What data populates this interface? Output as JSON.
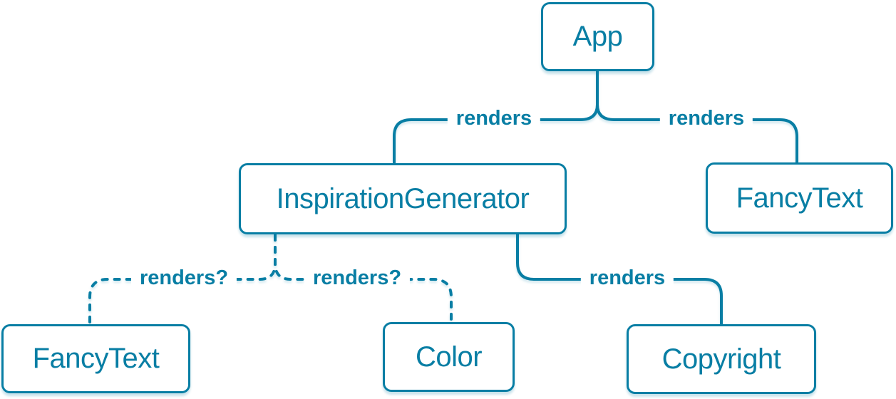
{
  "diagram": {
    "type": "tree",
    "accent_color": "#087ea4",
    "node_fill": "#ffffff",
    "nodes": [
      {
        "id": "app",
        "label": "App"
      },
      {
        "id": "inspiration-generator",
        "label": "InspirationGenerator"
      },
      {
        "id": "fancy-text-top",
        "label": "FancyText"
      },
      {
        "id": "fancy-text-bottom",
        "label": "FancyText"
      },
      {
        "id": "color",
        "label": "Color"
      },
      {
        "id": "copyright",
        "label": "Copyright"
      }
    ],
    "edges": [
      {
        "from": "App",
        "to": "InspirationGenerator",
        "label": "renders",
        "style": "solid"
      },
      {
        "from": "App",
        "to": "FancyText",
        "label": "renders",
        "style": "solid"
      },
      {
        "from": "InspirationGenerator",
        "to": "FancyText",
        "label": "renders?",
        "style": "dashed"
      },
      {
        "from": "InspirationGenerator",
        "to": "Color",
        "label": "renders?",
        "style": "dashed"
      },
      {
        "from": "InspirationGenerator",
        "to": "Copyright",
        "label": "renders",
        "style": "solid"
      }
    ]
  }
}
